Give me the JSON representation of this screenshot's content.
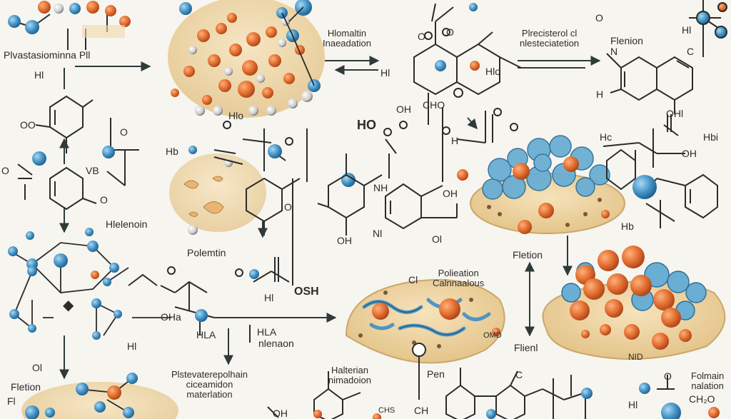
{
  "labels": {
    "top_left_title": "Plvastasiominna Pll",
    "hl_top_left": "Hl",
    "hormation_line1": "Hlomaltin",
    "hormation_line2": "Inaeadation",
    "precisterol_line1": "Plrecisterol cl",
    "precisterol_line2": "nlesteciatetion",
    "flenion": "Flenion",
    "c_top": "C",
    "hl_top_right": "Hl",
    "hlo_mid": "Hlo",
    "o_top1": "O",
    "o_top2": "O",
    "n_quin": "N",
    "h_quin": "H",
    "ho_center": "HO",
    "ch_ho_top": "CHO",
    "oh_top": "OH",
    "h_center": "H",
    "oo_left": "OO",
    "o_left_mid": "O",
    "vb": "VB",
    "o_ring": "O",
    "hb_left": "Hb",
    "hc_right": "Hc",
    "hbi_right": "Hbi",
    "ohl_right": "OHl",
    "oh_right": "OH",
    "hlelenoin": "Hlelenoin",
    "polemtin": "Polemtin",
    "ni": "Nl",
    "ol_center": "OH",
    "nh_center": "NH",
    "oh_bottom_center": "OH",
    "ol_right": "Ol",
    "hb_bottom": "Hb",
    "o_under": "O",
    "osh": "OSH",
    "hi_small": "Hl",
    "fletion": "Fletion",
    "flienl": "Flienl",
    "poliation_line1": "Polieation",
    "poliation_line2": "Calnnaalous",
    "cl_label": "Cl",
    "omid": "OMD",
    "nid": "NID",
    "ol_left": "Ol",
    "fl_left": "Fl",
    "flion_left": "Fletion",
    "ho_left_bottom": "Hlo",
    "o_cluster": "O",
    "oa": "OHa",
    "ha": "HLA",
    "nlenaon": "nlenaon",
    "pissterol_line1": "Plstevaterepolhain",
    "pissterol_line2": "ciceamidon",
    "pissterol_line3": "materlation",
    "halterian_line1": "Halterian",
    "halterian_line2": "nimadoion",
    "pen": "Pen",
    "c_bottom": "C",
    "ch_bottom": "CH",
    "oh_bottom": "OH",
    "cis": "CHS",
    "folmain_line1": "Folmain",
    "folmain_line2": "nalation",
    "ch2o": "CH₂O",
    "hi_bottom": "Hl",
    "o_bottom_right": "O",
    "hl_left_side": "Hl",
    "i_left": "O"
  },
  "colors": {
    "background": "#f7f5ef",
    "ink": "#2b2b2b",
    "arrow": "#2f3a3a",
    "orange_atom": "#e06a2c",
    "blue_atom": "#3f8fc4",
    "protein_blue": "#6aaed3",
    "tissue_tan": "#ecd3a2",
    "tissue_edge": "#c9a76a"
  }
}
